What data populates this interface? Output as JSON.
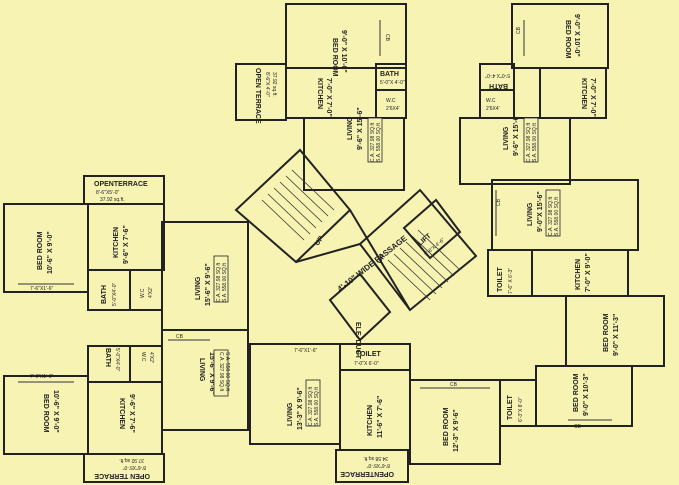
{
  "rooms": {
    "top_left_bedroom": {
      "name": "BED ROOM",
      "size": "9'-0\" X 10'-0\""
    },
    "top_left_kitchen": {
      "name": "KITCHEN",
      "size": "7'-0\" X 7'-0\""
    },
    "top_left_bath": {
      "name": "BATH",
      "size": "5'-0\"X 4'-0\""
    },
    "top_left_wc": {
      "name": "W.C",
      "size": "2'6X4'"
    },
    "top_left_living": {
      "name": "LIVING",
      "size": "9'-6\" X 15'-6\"",
      "ca": "C.A. 327.98 SQ.ft",
      "sa": "S.A. 558.00 SQ.ft"
    },
    "top_left_terrace": {
      "name": "OPEN TERRACE",
      "size": "8'-6\"X 4'-0\"",
      "area": "37.92 sq.ft."
    },
    "top_right_bedroom": {
      "name": "BED ROOM",
      "size": "9'-0\" X 10'-0\""
    },
    "top_right_kitchen": {
      "name": "KITCHEN",
      "size": "7'-0\" X 7'-0\""
    },
    "top_right_bath": {
      "name": "BATH",
      "size": "5'-0\"X 4'-0\""
    },
    "top_right_wc": {
      "name": "W.C",
      "size": "2'6X4'"
    },
    "top_right_living": {
      "name": "LIVING",
      "size": "9'-6\" X 15'-6\"",
      "ca": "C.A. 327.98 SQ.ft",
      "sa": "S.A. 558.00 SQ.ft"
    },
    "left_upper_terrace": {
      "name": "OPENTERRACE",
      "size": "8'-6\"X5'-0\"",
      "area": "37.92 sq.ft."
    },
    "left_upper_bedroom": {
      "name": "BED ROOM",
      "size": "10'-6\" X 9'-0\""
    },
    "left_upper_kitchen": {
      "name": "KITCHEN",
      "size": "9'-6\" X 7'-6\""
    },
    "left_upper_bath": {
      "name": "BATH",
      "size": "5'-0\"X4'-0\""
    },
    "left_upper_wc": {
      "name": "W.C",
      "size": "4'X2'"
    },
    "left_upper_living": {
      "name": "LIVING",
      "size": "15'-6\" X 9'-6\"",
      "ca": "C.A. 327.98 SQ.ft",
      "sa": "S.A. 558.00 SQ.ft"
    },
    "left_lower_bedroom": {
      "name": "BED ROOM",
      "size": "10'-6\" X 9'-0\""
    },
    "left_lower_kitchen": {
      "name": "KITCHEN",
      "size": "9'-6\" X 7'-6\""
    },
    "left_lower_bath": {
      "name": "BATH",
      "size": "5'-0\"X4'-0\""
    },
    "left_lower_wc": {
      "name": "W.C",
      "size": "4'X2'"
    },
    "left_lower_living": {
      "name": "LIVING",
      "size": "15'-6\" X 9'-6\"",
      "ca": "C.A. 327.98 SQ.ft",
      "sa": "S.A. 558.00 SQ.ft"
    },
    "left_lower_terrace": {
      "name": "OPEN TERRACE",
      "size": "8'-6\"X5'-0\"",
      "area": "37.92 sq.ft."
    },
    "right_upper_living": {
      "name": "LIVING",
      "size": "9'-0\"X 15'-6\"",
      "ca": "C.A. 327.98 SQ.ft",
      "sa": "S.A. 558.00 SQ.ft"
    },
    "right_upper_toilet": {
      "name": "TOILET",
      "size": "7'-6\" X 6'-3\""
    },
    "right_upper_kitchen": {
      "name": "KITCHEN",
      "size": "7'-0\" X 9'-0\""
    },
    "right_upper_bedroom": {
      "name": "BED ROOM",
      "size": "9'-0\" X 11'-3\""
    },
    "right_lower_bedroom": {
      "name": "BED ROOM",
      "size": "9'-0\" X 10'-3\""
    },
    "right_lower_toilet": {
      "name": "TOILET",
      "size": "6'-3\"X 8'-0\""
    },
    "bottom_living": {
      "name": "LIVING",
      "size": "13'-3\" X 9'-6\"",
      "ca": "C.A. 327.98 SQ.ft",
      "sa": "S.A. 558.00 SQ.ft"
    },
    "bottom_kitchen": {
      "name": "KITCHEN",
      "size": "11'-6\" X 7'-6\""
    },
    "bottom_toilet": {
      "name": "TOILET",
      "size": "7'-0\"X 6'-0\""
    },
    "bottom_bedroom": {
      "name": "BED ROOM",
      "size": "12'-3\" X 9'-6\""
    },
    "bottom_terrace": {
      "name": "OPENTERRACE",
      "size": "8'-6\"X5'-0\"",
      "area": "34.58 sq.ft."
    }
  },
  "core": {
    "passage": "4'-10\" WIDE PASSAGE",
    "lift": "LIFT",
    "lift_size": "5'-6\"X 4'-6\"",
    "elec_duct": "ELE. DUCT",
    "up_1": "UP",
    "up_2": "UP",
    "cb_1": "CB",
    "cb_2": "CB",
    "cb_3": "CB",
    "cb_4": "CB",
    "cb_5": "CB",
    "cb_6": "CB",
    "cb_size": "7'-6\"X1'-6\""
  }
}
